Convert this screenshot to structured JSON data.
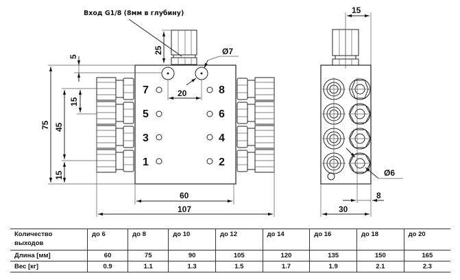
{
  "drawing": {
    "inlet_note": "Вход G1/8 (8мм в глубину)",
    "dimensions": {
      "inlet_height": "25",
      "top_offset": "5",
      "inlet_diameter": "Ø7",
      "inlet_spacing": "20",
      "outlet_pitch_top": "15",
      "outlet_span": "45",
      "total_height": "75",
      "outlet_pitch_bottom": "15",
      "body_width": "60",
      "overall_width": "107",
      "side_top_offset": "15",
      "outlet_diameter": "Ø6",
      "side_offset": "8",
      "side_depth": "30"
    },
    "outlet_numbers": {
      "left": [
        "7",
        "5",
        "3",
        "1"
      ],
      "right": [
        "8",
        "6",
        "4",
        "2"
      ]
    }
  },
  "table": {
    "header_label": "Количество выходов",
    "columns": [
      "до 6",
      "до 8",
      "до 10",
      "до 12",
      "до 14",
      "до 16",
      "до 18",
      "до 20"
    ],
    "rows": [
      {
        "label": "Длина [мм]",
        "values": [
          "60",
          "75",
          "90",
          "105",
          "120",
          "135",
          "150",
          "165"
        ]
      },
      {
        "label": "Вес [кг]",
        "values": [
          "0.9",
          "1.1",
          "1.3",
          "1.5",
          "1.7",
          "1.9",
          "2.1",
          "2.3"
        ]
      }
    ]
  }
}
